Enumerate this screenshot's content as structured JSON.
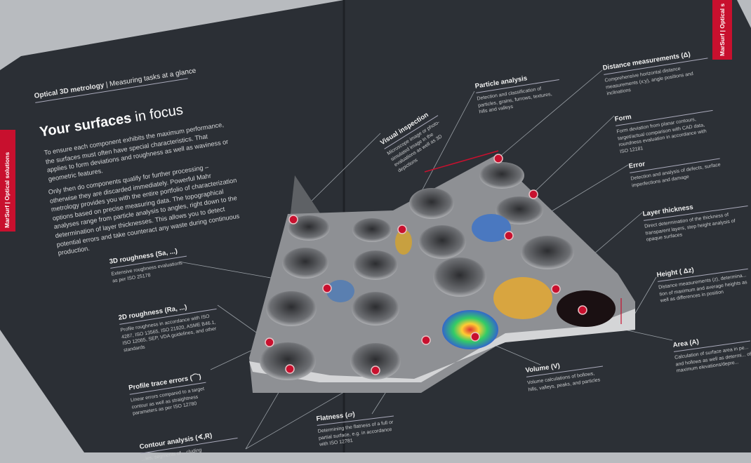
{
  "left_page": {
    "side_tab": "MarSurf | Optical solutions",
    "header_bold": "Optical 3D metrology",
    "header_rest": " | Measuring tasks at a glance",
    "title_bold": "Your surfaces",
    "title_rest": " in focus",
    "paragraph1": "To ensure each component exhibits the maximum performance, the surfaces must often have special characteristics. That applies to form deviations and roughness as well as waviness or geometric features.",
    "paragraph2": "Only then do components qualify for further processing – otherwise they are discarded immediately. Powerful Mahr metrology provides you with the entire portfolio of characterization options based on precise measuring data. The topographical analyses range from particle analysis to angles, right down to the determination of layer thicknesses. This allows you to detect potential errors and take counteract any waste during continuous production."
  },
  "right_page": {
    "side_tab": "MarSurf | Optical s"
  },
  "callouts": [
    {
      "title": "3D roughness (Sa, ...)",
      "desc": "Extensive roughness evaluations as per ISO 25178"
    },
    {
      "title": "2D roughness (Ra, ...)",
      "desc": "Profile roughness in accordance with ISO 4287, ISO 13565, ISO 21920, ASME B46.1, ISO 12085, SEP, VDA guidelines, and other standards"
    },
    {
      "title": "Profile trace errors (⌒)",
      "desc": "Linear errors compared to a target contour as well as straightness parameters as per ISO 12780"
    },
    {
      "title": "Contour analysis (∢,R)",
      "desc": "...ies, segments of ...cluding"
    },
    {
      "title": "Flatness (▱)",
      "desc": "Determining the flatness of a full or partial surface, e.g. in accordance with ISO 12781"
    },
    {
      "title": "Volume (V)",
      "desc": "Volume calculations of bollows, hills, valleys, peaks, and particles"
    },
    {
      "title": "Area (A)",
      "desc": "Calculation of surface area in pe... and hollows as well as determi... of maximum elevations/depre..."
    },
    {
      "title": "Height ( Δz)",
      "desc": "Distance measurements (z), determina... tion of maximum and average heights as well as differences in position"
    },
    {
      "title": "Layer thickness",
      "desc": "Direct determination of the thickness of transparent layers, step height analysis of opaque surfaces"
    },
    {
      "title": "Error",
      "desc": "Detection and analysis of defects, surface imperfections and damage"
    },
    {
      "title": "Form",
      "desc": "Form deviation from planar contours, target/actual comparison with CAD data, roundness evaluation in accordance with ISO 12181"
    },
    {
      "title": "Distance measurements (Δ)",
      "desc": "Comprehensive horizontal distance measurements (x;y), angle positions and inclinations"
    },
    {
      "title": "Particle analysis",
      "desc": "Detection and classification of particles, grains, furrows, textures, hills and valleys"
    },
    {
      "title": "Visual inspection",
      "desc": "Microscope image or photo-simulated image in the evaluations as well as 3D depictions"
    }
  ],
  "colors": {
    "page": "#2b2f35",
    "accent": "#c8102e",
    "background": "#b8bbbf",
    "surface": "#8e9094"
  }
}
